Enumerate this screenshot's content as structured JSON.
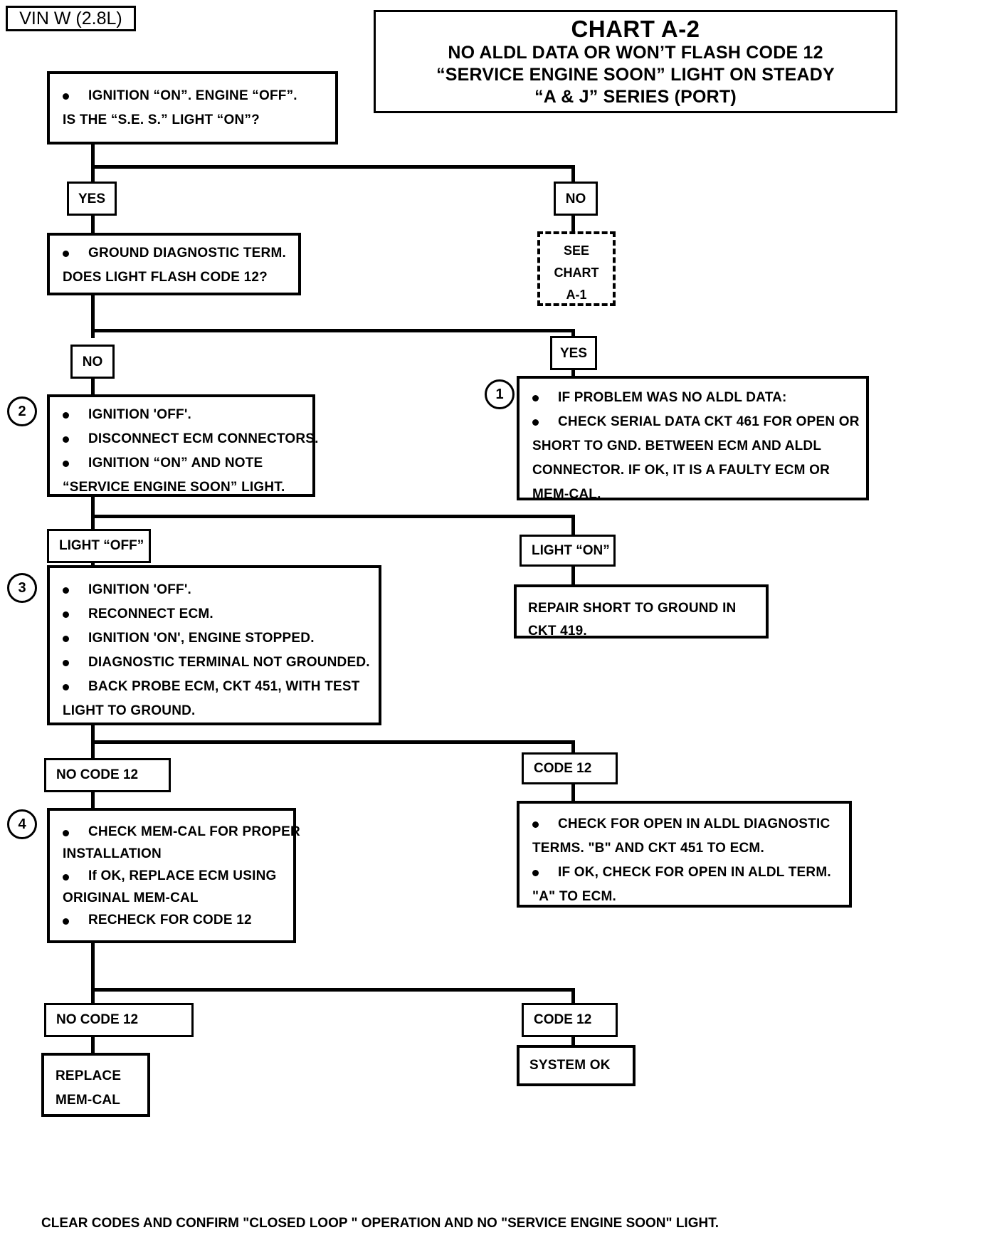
{
  "header": {
    "vin_label": "VIN W (2.8L)",
    "title_line1": "CHART A-2",
    "title_line2": "NO ALDL DATA OR WON’T FLASH CODE 12",
    "title_line3": "“SERVICE ENGINE SOON” LIGHT ON STEADY",
    "title_line4": "“A & J” SERIES  (PORT)"
  },
  "footer": {
    "note": "CLEAR CODES AND CONFIRM \"CLOSED LOOP \" OPERATION AND NO \"SERVICE ENGINE SOON\" LIGHT."
  },
  "nodes": {
    "start": {
      "lines": [
        "IGNITION “ON”. ENGINE “OFF”.",
        "IS THE “S.E. S.” LIGHT “ON”?"
      ]
    },
    "yes1": {
      "label": "YES"
    },
    "no1": {
      "label": "NO"
    },
    "see_chart": {
      "line1": "SEE",
      "line2": "CHART",
      "line3": "A-1"
    },
    "ground_term": {
      "lines": [
        "GROUND DIAGNOSTIC TERM.",
        "DOES LIGHT FLASH CODE 12?"
      ]
    },
    "no2": {
      "label": "NO"
    },
    "yes2": {
      "label": "YES"
    },
    "step1": {
      "marker": "1",
      "lines": [
        "IF PROBLEM WAS NO ALDL DATA:",
        "CHECK SERIAL DATA CKT 461 FOR OPEN OR",
        "SHORT TO GND. BETWEEN ECM AND ALDL",
        "CONNECTOR. IF OK, IT IS A FAULTY ECM OR",
        "MEM-CAL."
      ]
    },
    "step2": {
      "marker": "2",
      "lines": [
        "IGNITION 'OFF'.",
        "DISCONNECT ECM CONNECTORS.",
        "IGNITION “ON” AND NOTE",
        "“SERVICE ENGINE SOON” LIGHT."
      ]
    },
    "light_off": {
      "label": "LIGHT “OFF”"
    },
    "light_on": {
      "label": "LIGHT “ON”"
    },
    "repair_short": {
      "lines": [
        "REPAIR SHORT TO GROUND IN",
        "CKT 419."
      ]
    },
    "step3": {
      "marker": "3",
      "lines": [
        "IGNITION 'OFF'.",
        "RECONNECT ECM.",
        "IGNITION 'ON', ENGINE STOPPED.",
        "DIAGNOSTIC TERMINAL NOT GROUNDED.",
        "BACK PROBE  ECM, CKT 451, WITH TEST",
        "LIGHT TO GROUND."
      ]
    },
    "no_code12_a": {
      "label": "NO CODE 12"
    },
    "code12_a": {
      "label": "CODE 12"
    },
    "step4": {
      "marker": "4",
      "lines": [
        "CHECK MEM-CAL FOR PROPER",
        "INSTALLATION",
        "If OK, REPLACE ECM USING",
        "ORIGINAL MEM-CAL",
        "RECHECK FOR CODE 12"
      ]
    },
    "check_open": {
      "lines": [
        "CHECK FOR OPEN IN ALDL DIAGNOSTIC",
        "TERMS. \"B\" AND CKT 451 TO ECM.",
        "IF OK, CHECK FOR OPEN IN ALDL TERM.",
        "\"A\" TO ECM."
      ]
    },
    "no_code12_b": {
      "label": "NO CODE 12"
    },
    "code12_b": {
      "label": "CODE 12"
    },
    "replace_memcal": {
      "line1": "REPLACE",
      "line2": "MEM-CAL"
    },
    "system_ok": {
      "label": "SYSTEM OK"
    }
  },
  "colors": {
    "ink": "#000000",
    "paper": "#ffffff"
  }
}
